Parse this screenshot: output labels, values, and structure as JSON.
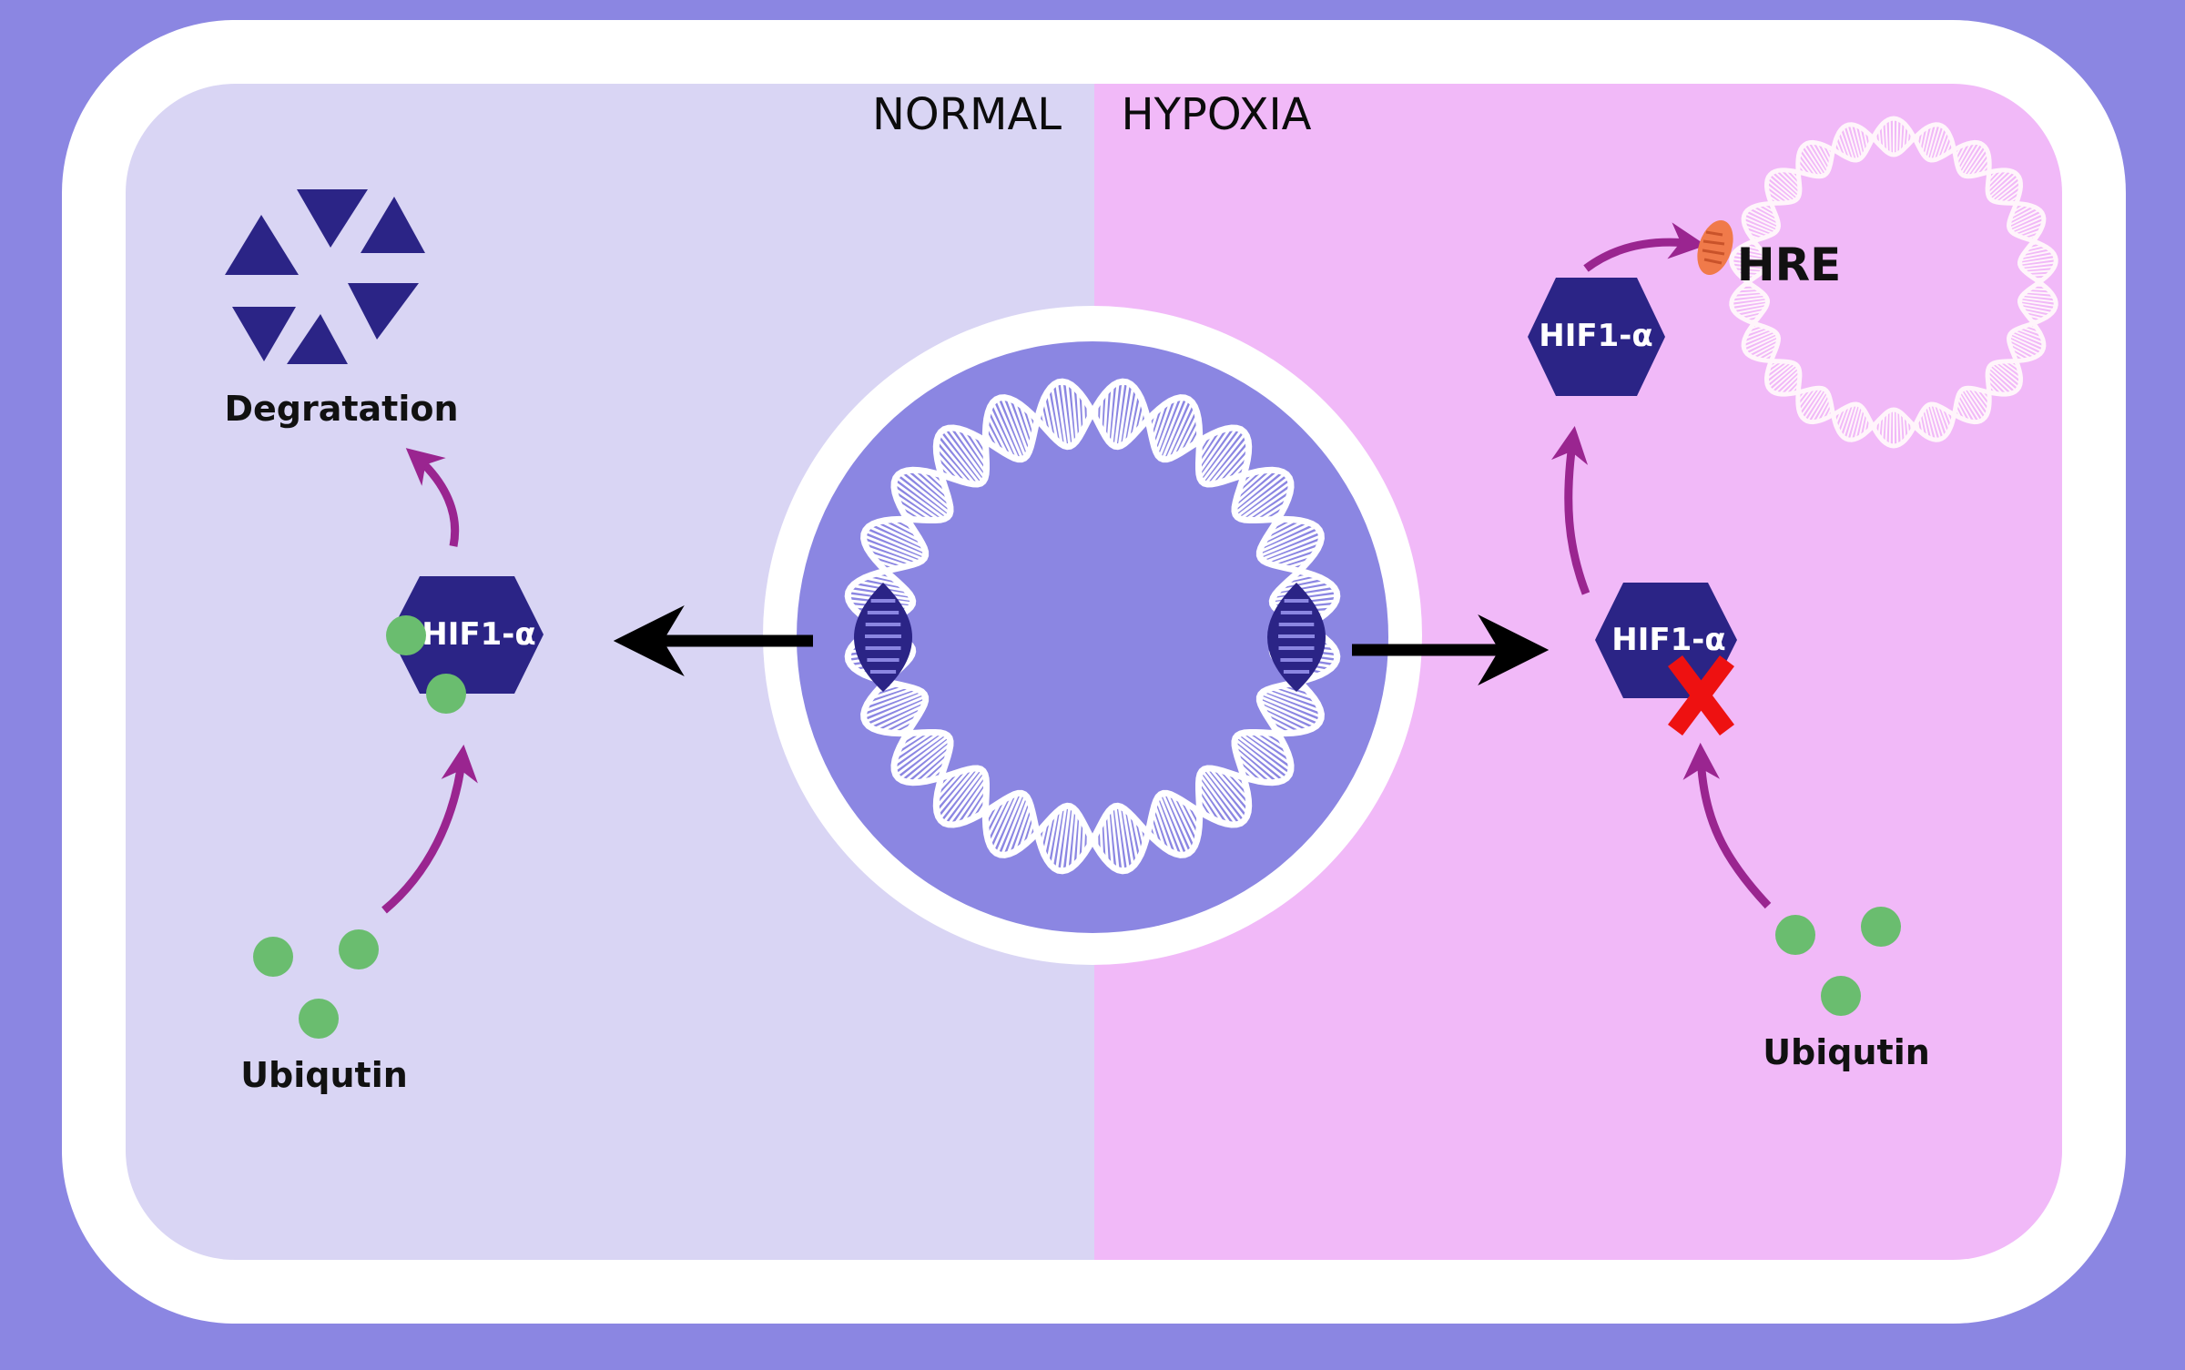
{
  "labels": {
    "normal": "NORMAL",
    "hypoxia": "HYPOXIA",
    "degradation": "Degratation",
    "ubiquitin_left": "Ubiqutin",
    "ubiquitin_right": "Ubiqutin",
    "hif_left": "HIF1-α",
    "hif_right_lower": "HIF1-α",
    "hif_right_upper": "HIF1-α",
    "hre": "HRE"
  },
  "colors": {
    "background": "#8b86e2",
    "cell_border": "#ffffff",
    "normal_panel": "#d9d5f4",
    "hypoxia_panel": "#f1b9f8",
    "nucleus": "#8b86e2",
    "hexagon": "#2b2486",
    "ubiquitin": "#6abd6f",
    "pathway_arrow": "#9a2590",
    "block_x": "#ee1111",
    "hre_site": "#f07a4a",
    "dna": "#ffffff"
  },
  "icons": {
    "degradation": "fragmented-triangles-icon",
    "nucleus_dna": "circular-dna-icon",
    "hre_dna": "circular-dna-icon",
    "blocked": "red-x-icon"
  }
}
